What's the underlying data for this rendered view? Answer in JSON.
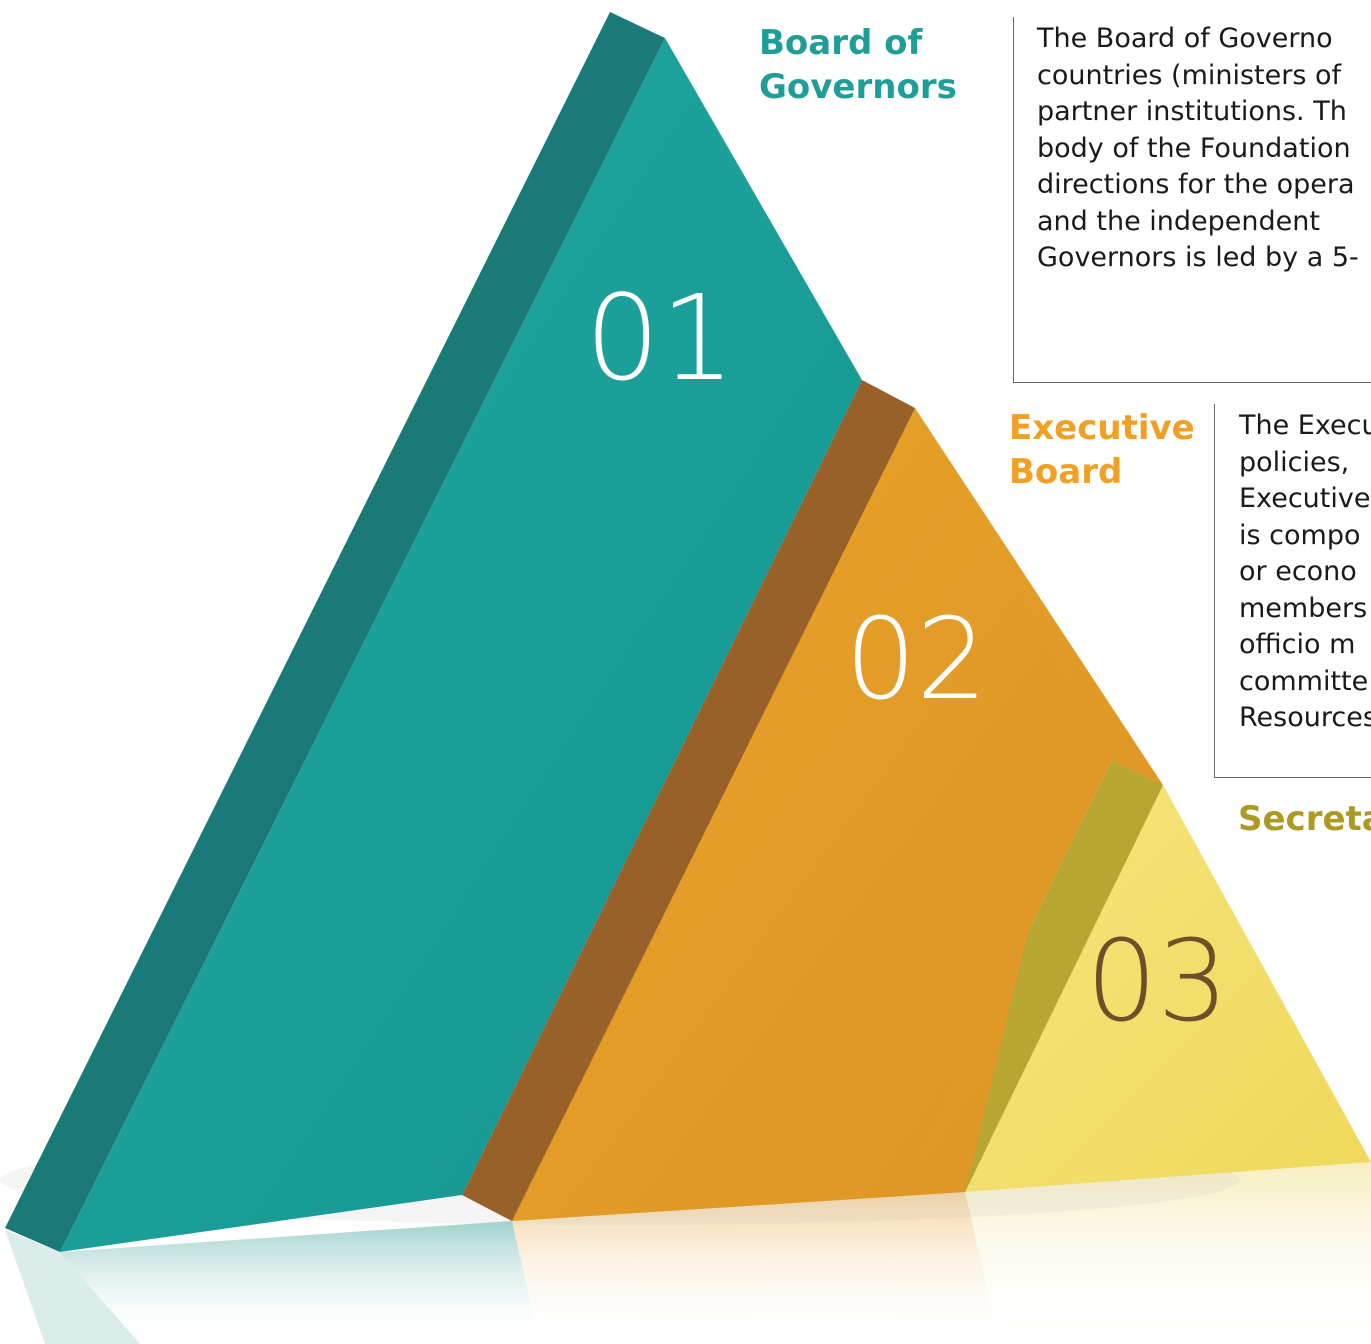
{
  "diagram": {
    "tiers": [
      {
        "number": "01",
        "title_lines": [
          "Board of",
          "Governors"
        ],
        "color": "#1f9e98",
        "description_lines": [
          "The Board of Governo",
          "countries (ministers of",
          "partner institutions. Th",
          "body of the Foundation",
          "directions for the opera",
          "and the independent",
          "Governors is led by a 5-"
        ]
      },
      {
        "number": "02",
        "title_lines": [
          "Executive",
          "Board"
        ],
        "color": "#f2a024",
        "description_lines": [
          "The Execu",
          "policies,",
          "Executive",
          "is compo",
          "or econo",
          "members",
          "officio m",
          "committe",
          "Resources"
        ]
      },
      {
        "number": "03",
        "title_lines": [
          "Secreta"
        ],
        "color": "#ad9a24",
        "description_lines": []
      }
    ]
  }
}
